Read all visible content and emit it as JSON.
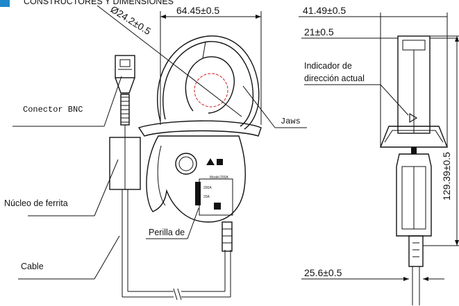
{
  "header": {
    "partial_title": "CONSTRUCTORES Y DIMENSIONES"
  },
  "dimensions": {
    "inner_diameter": "Ø24.2±0.5",
    "jaw_width": "64.45±0.5",
    "side_depth": "41.49±0.5",
    "head_depth": "21±0.5",
    "height": "129.39±0.5",
    "handle_depth": "25.6±0.5"
  },
  "labels": {
    "bnc": "Conector BNC",
    "jaws": "Jaws",
    "ferrite": "Núcleo de ferrita",
    "knob": "Perilla de",
    "cable": "Cable",
    "current_dir_line1": "Indicador de",
    "current_dir_line2": "dirección actual"
  },
  "device_text": {
    "model": "Model:200A",
    "range_high": "200A",
    "range_low": "20A"
  },
  "colors": {
    "accent": "#1e88c8",
    "outline": "#111111",
    "core_circle": "#d02020"
  }
}
